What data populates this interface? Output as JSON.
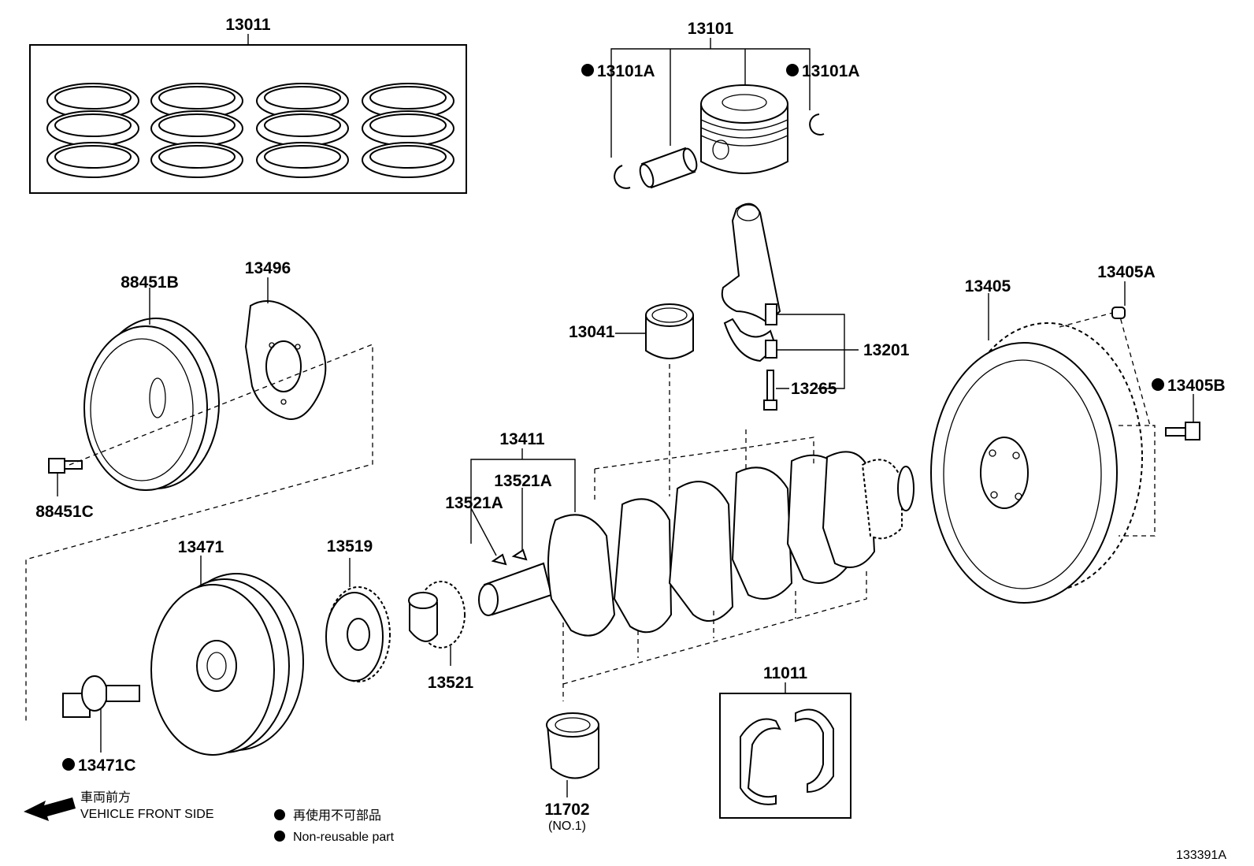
{
  "parts": {
    "p13011": "13011",
    "p13101": "13101",
    "p13101A_left": "13101A",
    "p13101A_right": "13101A",
    "p88451B": "88451B",
    "p13496": "13496",
    "p88451C": "88451C",
    "p13041": "13041",
    "p13201": "13201",
    "p13265": "13265",
    "p13405": "13405",
    "p13405A": "13405A",
    "p13405B": "13405B",
    "p13411": "13411",
    "p13521A_left": "13521A",
    "p13521A_right": "13521A",
    "p13471": "13471",
    "p13519": "13519",
    "p13521": "13521",
    "p13471C": "13471C",
    "p11011": "11011",
    "p11702": "11702",
    "p11702_sub": "(NO.1)"
  },
  "legend": {
    "front_jp": "車両前方",
    "front_en": "VEHICLE FRONT SIDE",
    "nonreusable_jp": "再使用不可部品",
    "nonreusable_en": "Non-reusable part"
  },
  "figure_id": "133391A",
  "non_reusable_marker": "filled-circle",
  "icons": [
    "front-arrow-icon",
    "non-reusable-dot-icon"
  ]
}
